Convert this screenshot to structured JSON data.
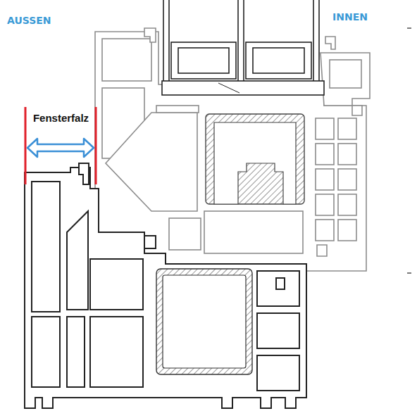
{
  "diagram": {
    "labels": [
      "AUSSEN",
      "INNEN",
      "Fensterfalz"
    ]
  }
}
